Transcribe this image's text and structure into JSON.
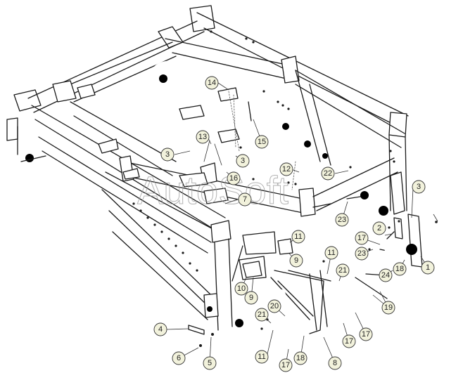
{
  "watermark": "AutoSoft",
  "callouts": [
    {
      "id": "c14",
      "label": "14"
    },
    {
      "id": "c13",
      "label": "13"
    },
    {
      "id": "c15",
      "label": "15"
    },
    {
      "id": "c3a",
      "label": "3"
    },
    {
      "id": "c3b",
      "label": "3"
    },
    {
      "id": "c3c",
      "label": "3"
    },
    {
      "id": "c16",
      "label": "16"
    },
    {
      "id": "c12",
      "label": "12"
    },
    {
      "id": "c22",
      "label": "22"
    },
    {
      "id": "c7",
      "label": "7"
    },
    {
      "id": "c23a",
      "label": "23"
    },
    {
      "id": "c23b",
      "label": "23"
    },
    {
      "id": "c11a",
      "label": "11"
    },
    {
      "id": "c11b",
      "label": "11"
    },
    {
      "id": "c11c",
      "label": "11"
    },
    {
      "id": "c9a",
      "label": "9"
    },
    {
      "id": "c9b",
      "label": "9"
    },
    {
      "id": "c10",
      "label": "10"
    },
    {
      "id": "c2",
      "label": "2"
    },
    {
      "id": "c1",
      "label": "1"
    },
    {
      "id": "c17a",
      "label": "17"
    },
    {
      "id": "c17b",
      "label": "17"
    },
    {
      "id": "c17c",
      "label": "17"
    },
    {
      "id": "c17d",
      "label": "17"
    },
    {
      "id": "c18a",
      "label": "18"
    },
    {
      "id": "c18b",
      "label": "18"
    },
    {
      "id": "c24",
      "label": "24"
    },
    {
      "id": "c21a",
      "label": "21"
    },
    {
      "id": "c21b",
      "label": "21"
    },
    {
      "id": "c20",
      "label": "20"
    },
    {
      "id": "c19",
      "label": "19"
    },
    {
      "id": "c8",
      "label": "8"
    },
    {
      "id": "c4",
      "label": "4"
    },
    {
      "id": "c5",
      "label": "5"
    },
    {
      "id": "c6",
      "label": "6"
    }
  ]
}
